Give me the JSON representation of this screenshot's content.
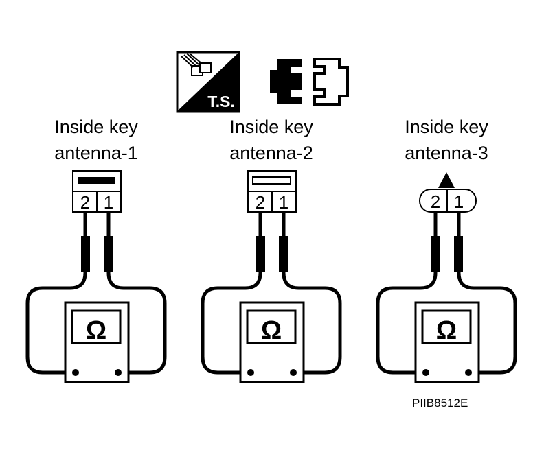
{
  "antennas": [
    {
      "line1": "Inside key",
      "line2": "antenna-1",
      "pin_a": "2",
      "pin_b": "1",
      "connector": "rect-solid-bar"
    },
    {
      "line1": "Inside key",
      "line2": "antenna-2",
      "pin_a": "2",
      "pin_b": "1",
      "connector": "rect-hollow-bar"
    },
    {
      "line1": "Inside key",
      "line2": "antenna-3",
      "pin_a": "2",
      "pin_b": "1",
      "connector": "rounded-triangle"
    }
  ],
  "icons": {
    "ts_label": "T.S.",
    "ts_icon": "terminal-side-icon",
    "connector_icon": "connector-disconnect-icon",
    "meter_symbol": "Ω"
  },
  "reference_code": "PIIB8512E"
}
